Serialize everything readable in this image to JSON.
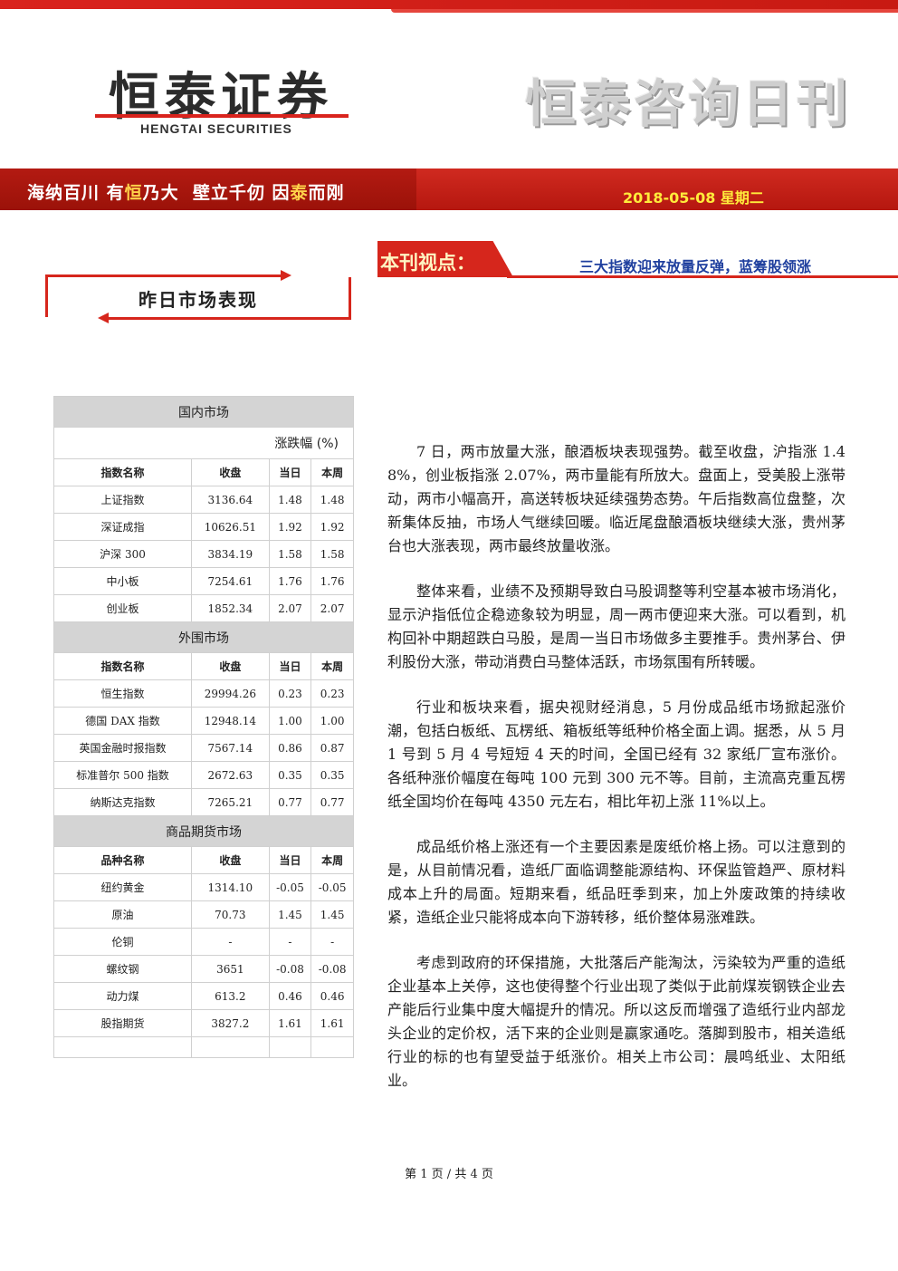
{
  "brand": {
    "name_cn": "恒泰证券",
    "name_en": "HENGTAI SECURITIES",
    "publication": "恒泰咨询日刊"
  },
  "banner": {
    "slogan_parts": [
      {
        "text": "海纳百川 有",
        "hl": false
      },
      {
        "text": "恒",
        "hl": true
      },
      {
        "text": "乃大  壁立千仞 因",
        "hl": false
      },
      {
        "text": "泰",
        "hl": true
      },
      {
        "text": "而刚",
        "hl": false
      }
    ],
    "date": "2018-05-08 星期二"
  },
  "viewpoint": {
    "label": "本刊视点：",
    "title": "三大指数迎来放量反弹，蓝筹股领涨"
  },
  "section": {
    "title": "昨日市场表现"
  },
  "market_table": {
    "unit_label": "涨跌幅 (%)",
    "sections": [
      {
        "title": "国内市场",
        "show_unit": true,
        "headers": [
          "指数名称",
          "收盘",
          "当日",
          "本周"
        ],
        "rows": [
          [
            "上证指数",
            "3136.64",
            "1.48",
            "1.48"
          ],
          [
            "深证成指",
            "10626.51",
            "1.92",
            "1.92"
          ],
          [
            "沪深 300",
            "3834.19",
            "1.58",
            "1.58"
          ],
          [
            "中小板",
            "7254.61",
            "1.76",
            "1.76"
          ],
          [
            "创业板",
            "1852.34",
            "2.07",
            "2.07"
          ]
        ]
      },
      {
        "title": "外围市场",
        "show_unit": false,
        "headers": [
          "指数名称",
          "收盘",
          "当日",
          "本周"
        ],
        "rows": [
          [
            "恒生指数",
            "29994.26",
            "0.23",
            "0.23"
          ],
          [
            "德国 DAX 指数",
            "12948.14",
            "1.00",
            "1.00"
          ],
          [
            "英国金融时报指数",
            "7567.14",
            "0.86",
            "0.87"
          ],
          [
            "标准普尔 500 指数",
            "2672.63",
            "0.35",
            "0.35"
          ],
          [
            "纳斯达克指数",
            "7265.21",
            "0.77",
            "0.77"
          ]
        ]
      },
      {
        "title": "商品期货市场",
        "show_unit": false,
        "headers": [
          "品种名称",
          "收盘",
          "当日",
          "本周"
        ],
        "rows": [
          [
            "纽约黄金",
            "1314.10",
            "-0.05",
            "-0.05"
          ],
          [
            "原油",
            "70.73",
            "1.45",
            "1.45"
          ],
          [
            "伦铜",
            "-",
            "-",
            "-"
          ],
          [
            "螺纹钢",
            "3651",
            "-0.08",
            "-0.08"
          ],
          [
            "动力煤",
            "613.2",
            "0.46",
            "0.46"
          ],
          [
            "股指期货",
            "3827.2",
            "1.61",
            "1.61"
          ]
        ]
      }
    ]
  },
  "article": {
    "paragraphs": [
      "7 日，两市放量大涨，酿酒板块表现强势。截至收盘，沪指涨 1.48%，创业板指涨 2.07%，两市量能有所放大。盘面上，受美股上涨带动，两市小幅高开，高送转板块延续强势态势。午后指数高位盘整，次新集体反抽，市场人气继续回暖。临近尾盘酿酒板块继续大涨，贵州茅台也大涨表现，两市最终放量收涨。",
      "整体来看，业绩不及预期导致白马股调整等利空基本被市场消化，显示沪指低位企稳迹象较为明显，周一两市便迎来大涨。可以看到，机构回补中期超跌白马股，是周一当日市场做多主要推手。贵州茅台、伊利股份大涨，带动消费白马整体活跃，市场氛围有所转暖。",
      "行业和板块来看，据央视财经消息，5 月份成品纸市场掀起涨价潮，包括白板纸、瓦楞纸、箱板纸等纸种价格全面上调。据悉，从 5 月 1 号到 5 月 4 号短短 4 天的时间，全国已经有 32 家纸厂宣布涨价。各纸种涨价幅度在每吨 100 元到 300 元不等。目前，主流高克重瓦楞纸全国均价在每吨 4350 元左右，相比年初上涨 11%以上。",
      "成品纸价格上涨还有一个主要因素是废纸价格上扬。可以注意到的是，从目前情况看，造纸厂面临调整能源结构、环保监管趋严、原材料成本上升的局面。短期来看，纸品旺季到来，加上外废政策的持续收紧，造纸企业只能将成本向下游转移，纸价整体易涨难跌。",
      "考虑到政府的环保措施，大批落后产能淘汰，污染较为严重的造纸企业基本上关停，这也使得整个行业出现了类似于此前煤炭钢铁企业去产能后行业集中度大幅提升的情况。所以这反而增强了造纸行业内部龙头企业的定价权，活下来的企业则是赢家通吃。落脚到股市，相关造纸行业的标的也有望受益于纸涨价。相关上市公司：晨鸣纸业、太阳纸业。"
    ]
  },
  "footer": {
    "page": "第 1 页 / 共 4 页"
  }
}
